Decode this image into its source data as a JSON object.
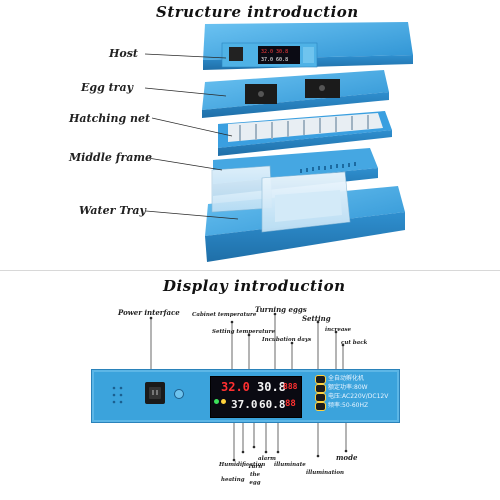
{
  "structure": {
    "title": "Structure introduction",
    "parts": [
      {
        "id": "host",
        "label": "Host"
      },
      {
        "id": "egg-tray",
        "label": "Egg tray"
      },
      {
        "id": "hatching-net",
        "label": "Hatching net"
      },
      {
        "id": "middle-frame",
        "label": "Middle frame"
      },
      {
        "id": "water-tray",
        "label": "Water Tray"
      }
    ]
  },
  "display": {
    "title": "Display introduction",
    "labels": {
      "power_interface": "Power interface",
      "cabinet_temperature": "Cabinet temperature",
      "turning_eggs": "Turning eggs",
      "setting_temperature": "Setting temperature",
      "incubation_days": "Incubation days",
      "setting": "Setting",
      "increase": "increase",
      "cut_back": "cut back",
      "humidification": "Humidification",
      "heating": "heating",
      "turn_the_egg": [
        "Turn",
        "the",
        "egg"
      ],
      "alarm": "alarm",
      "illuminate": "illuminate",
      "illumination": "illumination",
      "mode": "mode"
    },
    "lcd": {
      "top_left": "32.0",
      "top_mid": "30.8",
      "top_right": "888",
      "bottom_mid": "37.0",
      "bottom_mid2": "60.8",
      "bottom_right": "88"
    },
    "info_plate": {
      "line1": "全自动孵化机",
      "line2": "额定功率:80W",
      "line3": "电压:AC220V/DC12V",
      "line4": "频率:50-60HZ"
    },
    "colors": {
      "panel": "#3ba3dc",
      "lcd_bg": "#0a0a12",
      "lcd_red": "#ff3030",
      "lcd_white": "#f2f2f2"
    }
  }
}
